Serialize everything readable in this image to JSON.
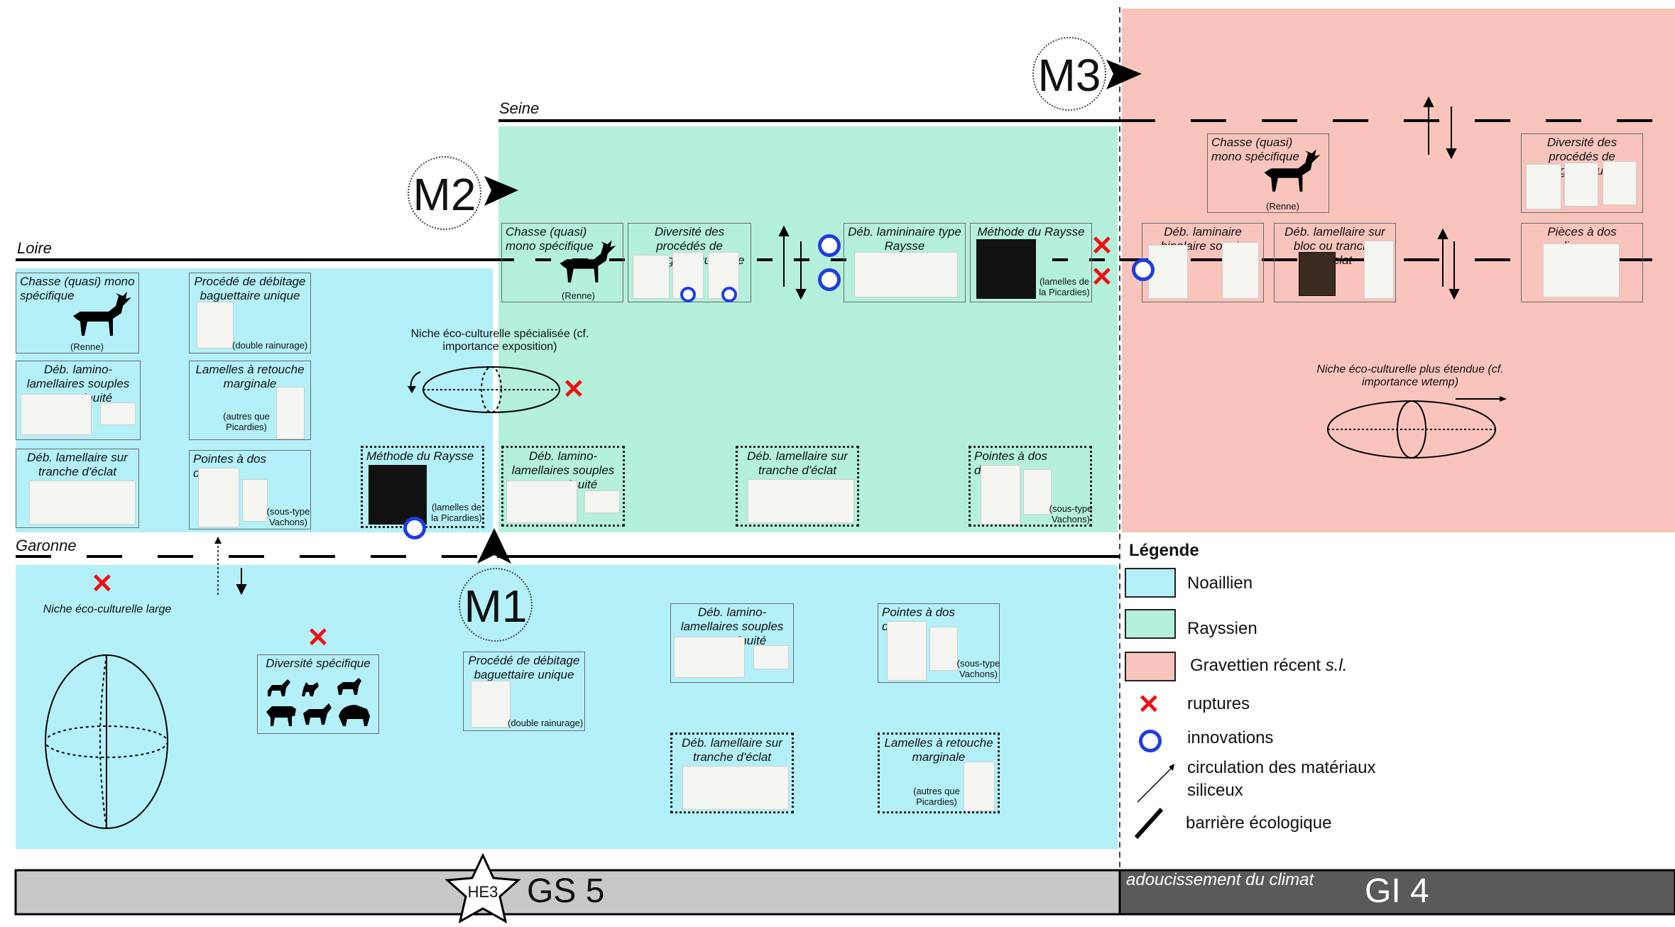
{
  "colors": {
    "noaillien": "#b4f0f8",
    "rayssien": "#b4f0dc",
    "gravettien": "#f8c4bc",
    "ruptures": "#e11111",
    "innovations": "#1f3de0",
    "climate_bar": "#c8c8c8",
    "climate_bar_dark": "#5a5a5a"
  },
  "rivers": {
    "seine": "Seine",
    "loire": "Loire",
    "garonne": "Garonne"
  },
  "markers": {
    "m1": "M1",
    "m2": "M2",
    "m3": "M3"
  },
  "noaillien_loire": {
    "chasse": {
      "title": "Chasse (quasi) mono spécifique",
      "caption": "(Renne)",
      "icon": "reindeer-icon"
    },
    "procede": {
      "title": "Procédé de débitage baguettaire unique",
      "caption": "(double rainurage)"
    },
    "lamino": {
      "title": "Déb. lamino-lamellaires souples en continuité"
    },
    "lamelles_retouche": {
      "title": "Lamelles à retouche marginale",
      "caption": "(autres que Picardies)"
    },
    "lamellaire_tranche": {
      "title": "Déb. lamellaire sur tranche d'éclat"
    },
    "pointes": {
      "title": "Pointes à dos diverses",
      "caption": "(sous-type Vachons)"
    },
    "methode_raysse": {
      "title": "Méthode du Raysse",
      "caption": "(lamelles de la Picardies)"
    }
  },
  "niche_specialisee": "Niche éco-culturelle spécialisée (cf. importance exposition)",
  "rayssien": {
    "chasse": {
      "title": "Chasse (quasi) mono spécifique",
      "caption": "(Renne)"
    },
    "diversite_baguettaire": {
      "title": "Diversité des procédés de débitage baguettaire"
    },
    "deb_raysse": {
      "title": "Déb. lamininaire type Raysse"
    },
    "methode_raysse": {
      "title": "Méthode du Raysse",
      "caption": "(lamelles de la Picardies)"
    },
    "lamino": {
      "title": "Déb. lamino-lamellaires souples en continuité"
    },
    "lamellaire_tranche": {
      "title": "Déb. lamellaire sur tranche d'éclat"
    },
    "pointes": {
      "title": "Pointes à dos diverses",
      "caption": "(sous-type Vachons)"
    }
  },
  "gravettien": {
    "chasse": {
      "title": "Chasse (quasi) mono spécifique",
      "caption": "(Renne)"
    },
    "diversite_baguettaire": {
      "title": "Diversité des procédés de débitage baguettaire"
    },
    "bipolaire": {
      "title": "Déb. laminaire bipolaire souple"
    },
    "lamellaire_bloc": {
      "title": "Déb. lamellaire sur bloc ou tranche d'éclat"
    },
    "pieces_dos": {
      "title": "Pièces à dos diverses"
    },
    "niche": "Niche éco-culturelle plus étendue (cf. importance wtemp)"
  },
  "noaillien_garonne": {
    "niche_large": "Niche éco-culturelle large",
    "diversite": {
      "title": "Diversité spécifique"
    },
    "procede": {
      "title": "Procédé de débitage baguettaire unique",
      "caption": "(double rainurage)"
    },
    "lamino": {
      "title": "Déb. lamino-lamellaires souples en continuité"
    },
    "pointes": {
      "title": "Pointes à dos diverses",
      "caption": "(sous-type Vachons)"
    },
    "lamellaire_tranche": {
      "title": "Déb. lamellaire sur tranche d'éclat"
    },
    "lamelles_retouche": {
      "title": "Lamelles à retouche marginale",
      "caption": "(autres que Picardies)"
    }
  },
  "legend": {
    "title": "Légende",
    "noaillien": "Noaillien",
    "rayssien": "Rayssien",
    "gravettien_main": "Gravettien récent",
    "gravettien_italic": "s.l.",
    "ruptures": "ruptures",
    "innovations": "innovations",
    "circulation_line1": "circulation des matériaux",
    "circulation_line2": "siliceux",
    "barriere": "barrière écologique"
  },
  "climate": {
    "he3": "HE3",
    "gs5": "GS 5",
    "adoucissement": "adoucissement du climat",
    "gi4": "GI 4"
  }
}
